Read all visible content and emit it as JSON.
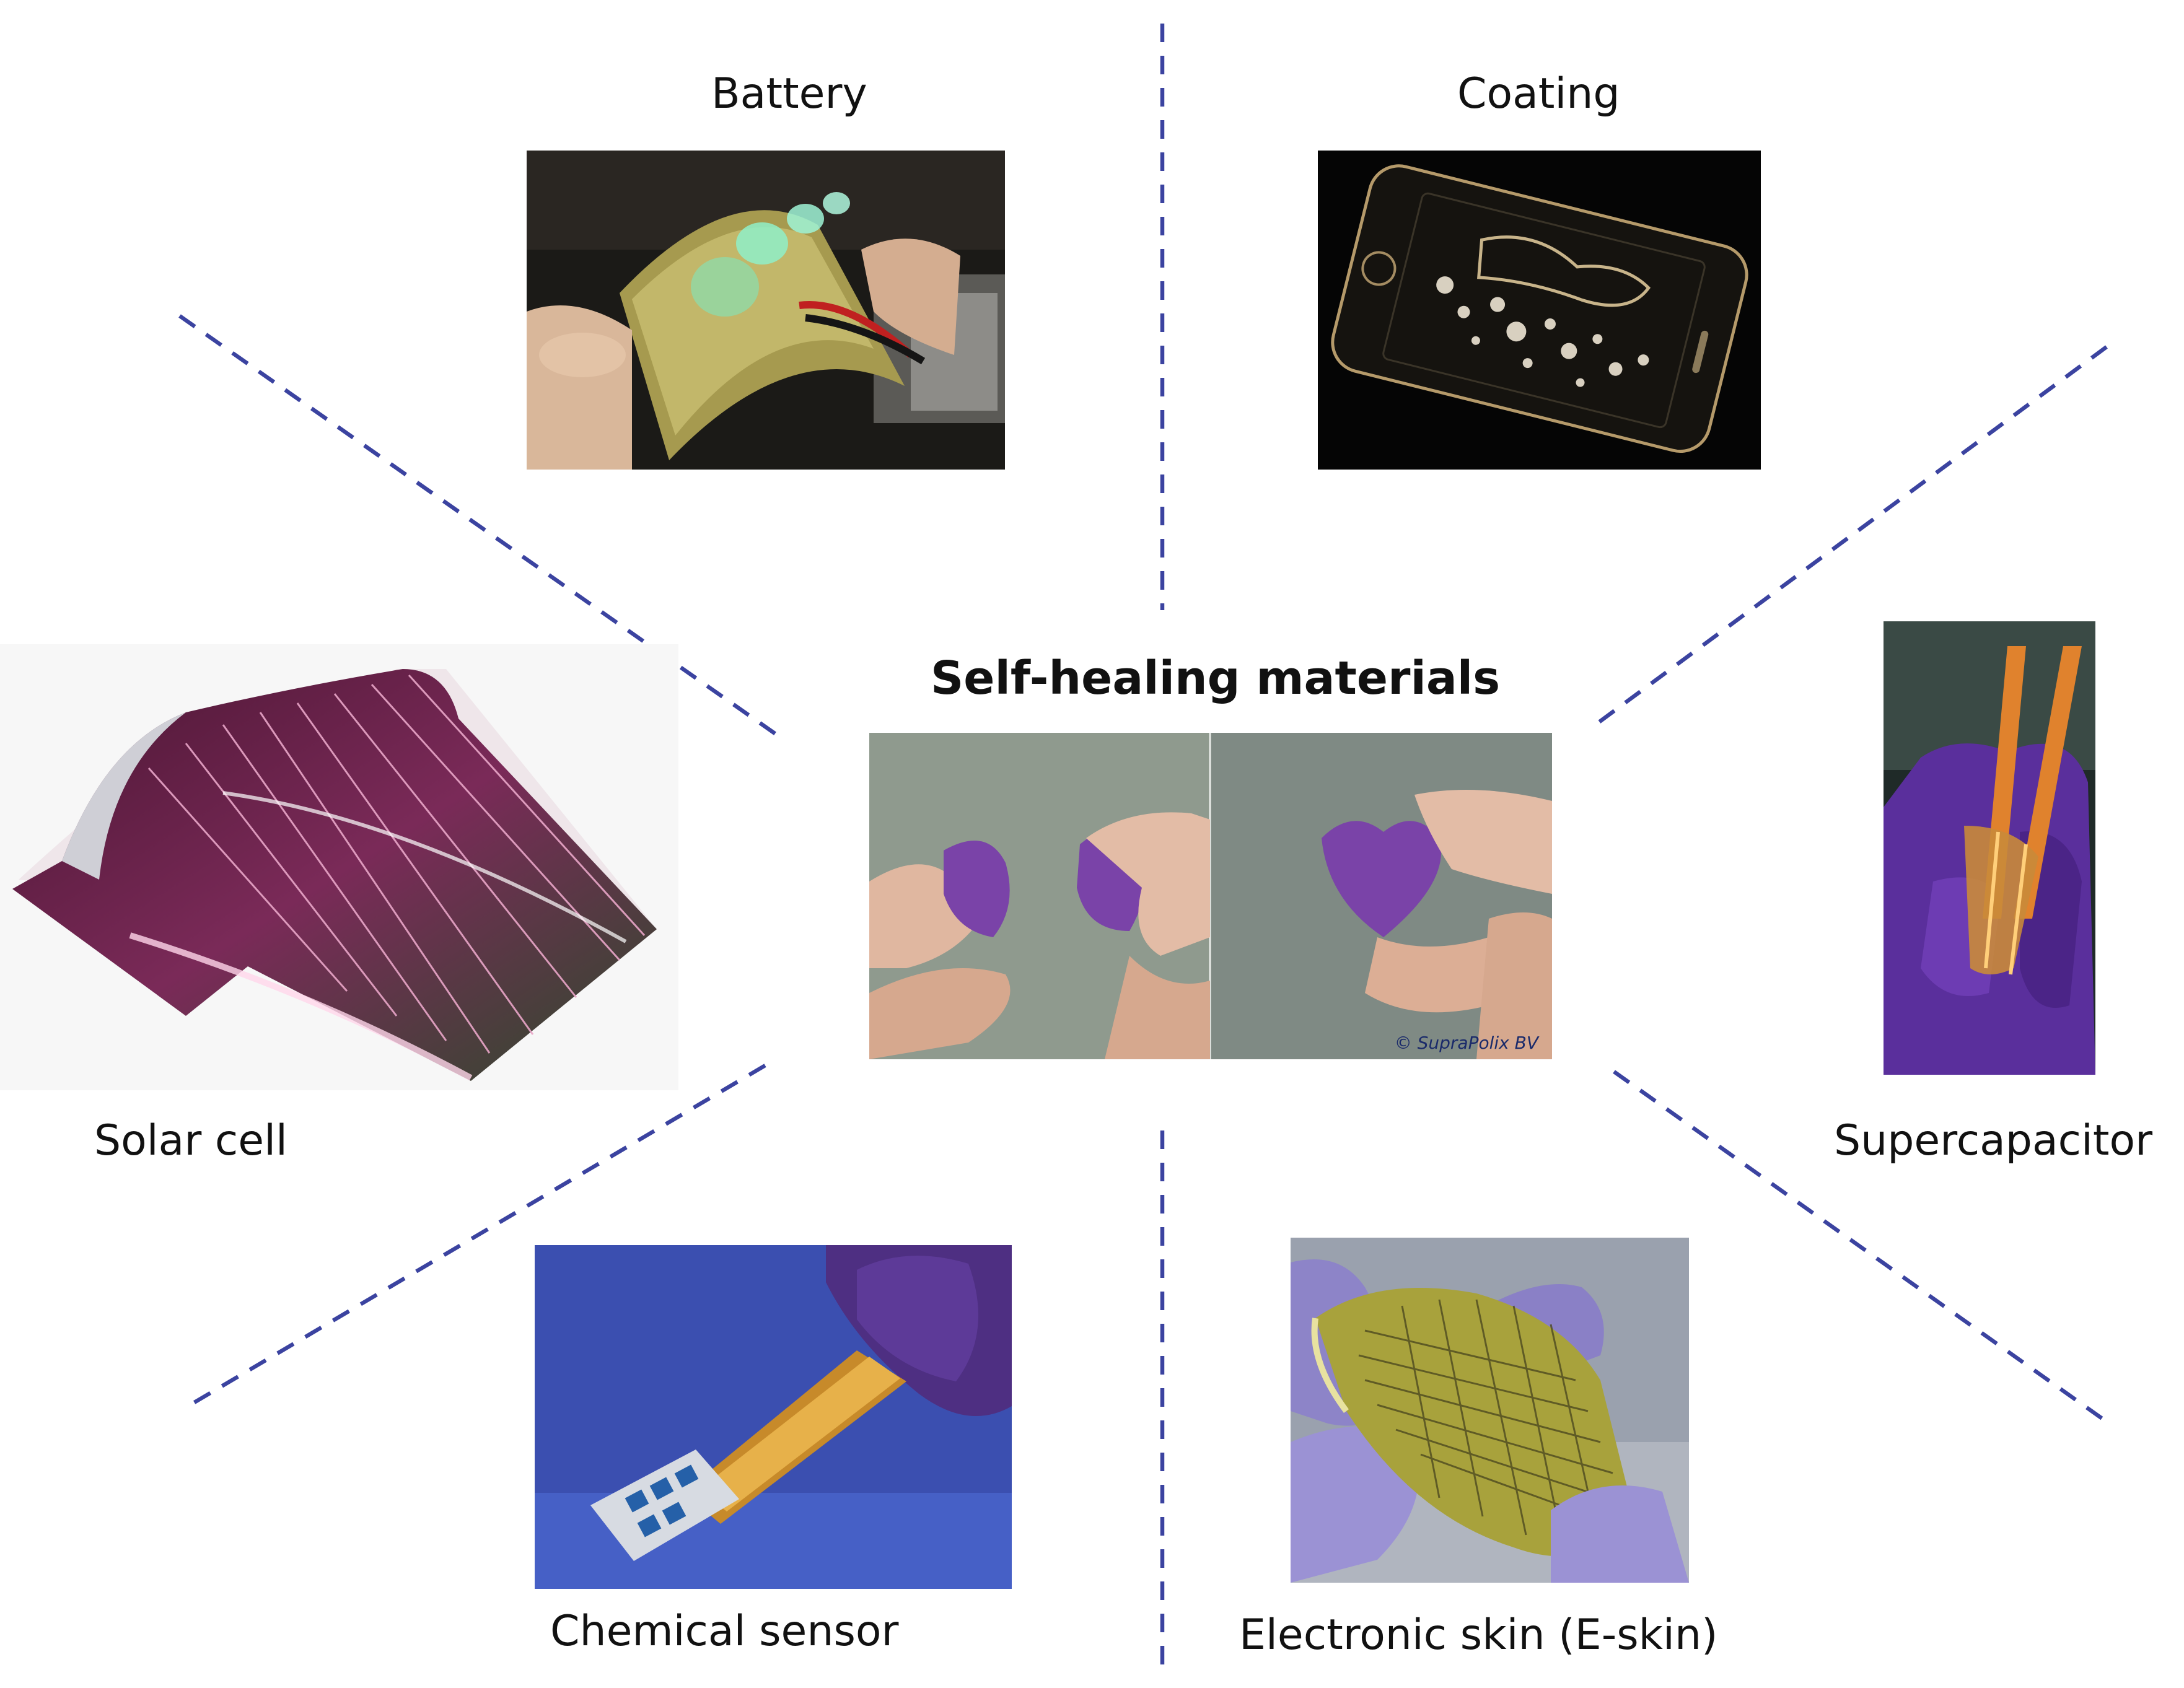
{
  "title": "Self-healing materials",
  "applications": {
    "battery": "Battery",
    "coating": "Coating",
    "solar_cell": "Solar cell",
    "supercapacitor": "Supercapacitor",
    "chemical_sensor": "Chemical sensor",
    "e_skin": "Electronic skin (E-skin)"
  },
  "photo_credit": "© SupraPolix BV",
  "colors": {
    "divider": "#3b43a0",
    "gel": "#7a43a8",
    "glove": "#5a2f9c",
    "copper": "#d9822b",
    "sensor_bg": "#3b4fb0"
  }
}
